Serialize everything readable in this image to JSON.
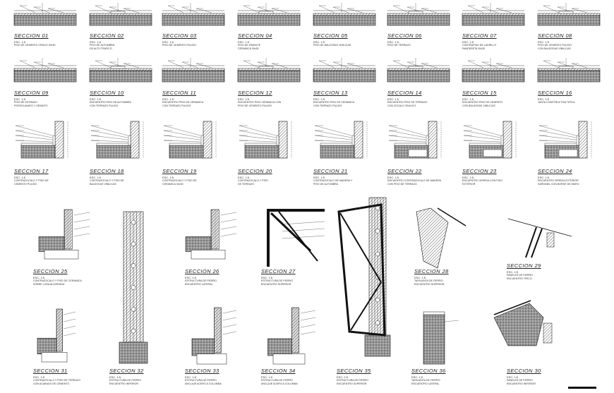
{
  "sheet": {
    "scale_prefix": "ESC. 1:5"
  },
  "sections": [
    {
      "title": "SECCION 01",
      "desc1": "PISO DE CEMENTO CRUDO 30x30"
    },
    {
      "title": "SECCION 02",
      "desc1": "PISO DE ALFOMBRA",
      "desc2": "DE ALTO TRAFICO"
    },
    {
      "title": "SECCION 03",
      "desc1": "PISO DE CEMENTO PULIDO"
    },
    {
      "title": "SECCION 04",
      "desc1": "PISO DE ESMALTE",
      "desc2": "CERAMICA 30x30"
    },
    {
      "title": "SECCION 05",
      "desc1": "PISO DE BALDOSAS VINILICAS"
    },
    {
      "title": "SECCION 06",
      "desc1": "PISO DE TERRAZO"
    },
    {
      "title": "SECCION 07",
      "desc1": "CONTRAPISO DE LADRILLO",
      "desc2": "PANDERETA 30x30"
    },
    {
      "title": "SECCION 08",
      "desc1": "PISO DE CEMENTO PULIDO",
      "desc2": "CON BALDOSAS VINILICAS"
    },
    {
      "title": "SECCION 09",
      "desc1": "PISO DE ESTRADO",
      "desc2": "PORCELANATO Y GRANITO"
    },
    {
      "title": "SECCION 10",
      "desc1": "ENCUENTRO PISO DE ALFOMBRA",
      "desc2": "CON TERRAZO PULIDO"
    },
    {
      "title": "SECCION 11",
      "desc1": "ENCUENTRO PISO DE CERAMICA",
      "desc2": "CON TERRAZO PULIDO"
    },
    {
      "title": "SECCION 12",
      "desc1": "ENCUENTRO PISO CERAMICA CON",
      "desc2": "PISO DE CEMENTO PULIDO"
    },
    {
      "title": "SECCION 13",
      "desc1": "ENCUENTRO PISO DE CERAMICA",
      "desc2": "CON TERRAZO PULIDO"
    },
    {
      "title": "SECCION 14",
      "desc1": "ENCUENTRO PISO DE TERRAZO",
      "desc2": "CON ZOCALO VINILICO"
    },
    {
      "title": "SECCION 15",
      "desc1": "ENCUENTRO PISO DE CEMENTO",
      "desc2": "CON BALDOSAS VINILICAS"
    },
    {
      "title": "SECCION 16",
      "desc1": "JUNTA CONSTRUCTIVA TIPICA"
    },
    {
      "title": "SECCION 17",
      "desc1": "CONTRAZOCALO Y PISO DE",
      "desc2": "CEMENTO PULIDO"
    },
    {
      "title": "SECCION 18",
      "desc1": "CONTRAZOCALO Y PISO DE",
      "desc2": "BALDOSAS VINILICAS"
    },
    {
      "title": "SECCION 19",
      "desc1": "CONTRAZOCALO Y PISO DE",
      "desc2": "CERAMICA 30x30"
    },
    {
      "title": "SECCION 20",
      "desc1": "CONTRAZOCALO Y PISO",
      "desc2": "DE TERRAZO"
    },
    {
      "title": "SECCION 21",
      "desc1": "CONTRAZOCALO DE MADERA Y",
      "desc2": "PISO DE ALFOMBRA"
    },
    {
      "title": "SECCION 22",
      "desc1": "ENCUENTRO CONTRAZOCALO DE MADERA",
      "desc2": "CON PISO DE TERRAZO"
    },
    {
      "title": "SECCION 23",
      "desc1": "ENCUENTRO VEREDA CON PISO",
      "desc2": "EXTERIOR"
    },
    {
      "title": "SECCION 24",
      "desc1": "ENCUENTRO VEREDA EXTERIOR",
      "desc2": "SARDINEL CON BORDE DE MURO"
    },
    {
      "title": "SECCION 25",
      "desc1": "CONTRAZOCALO Y PISO DE CERAMICA",
      "desc2": "SOBRE LOSA ALIGERADA"
    },
    {
      "title": "SECCION 26",
      "desc1": "ESTRUCTURA DE FIERRO",
      "desc2": "ENCUENTRO LATERAL"
    },
    {
      "title": "SECCION 27",
      "desc1": "ESTRUCTURA DE FIERRO",
      "desc2": "ENCUENTRO SUPERIOR"
    },
    {
      "title": "SECCION 28",
      "desc1": "TAPAJUNTA DE FIERRO",
      "desc2": "ENCUENTRO SUPERIOR"
    },
    {
      "title": "SECCION 29",
      "desc1": "PANELES DE FIERRO",
      "desc2": "ENCUENTRO TIPICO"
    },
    {
      "title": "SECCION 31",
      "desc1": "CONTRAZOCALO Y PISO DE TERRAZO",
      "desc2": "CON ACABADO DE CEMENTO"
    },
    {
      "title": "SECCION 32",
      "desc1": "ESTRUCTURA DE FIERRO",
      "desc2": "ENCUENTRO INFERIOR"
    },
    {
      "title": "SECCION 33",
      "desc1": "ESTRUCTURA DE FIERRO",
      "desc2": "ANCLAJE ACERO A COLUMNA"
    },
    {
      "title": "SECCION 34",
      "desc1": "ESTRUCTURA DE FIERRO",
      "desc2": "ANCLAJE ACERO A COLUMNA"
    },
    {
      "title": "SECCION 35",
      "desc1": "ESTRUCTURA DE FIERRO",
      "desc2": "ENCUENTRO SUPERIOR"
    },
    {
      "title": "SECCION 36",
      "desc1": "TAPAJUNTA DE FIERRO",
      "desc2": "ENCUENTRO LATERAL"
    },
    {
      "title": "SECCION 30",
      "desc1": "PANELES DE FIERRO",
      "desc2": "ENCUENTRO INFERIOR"
    }
  ]
}
